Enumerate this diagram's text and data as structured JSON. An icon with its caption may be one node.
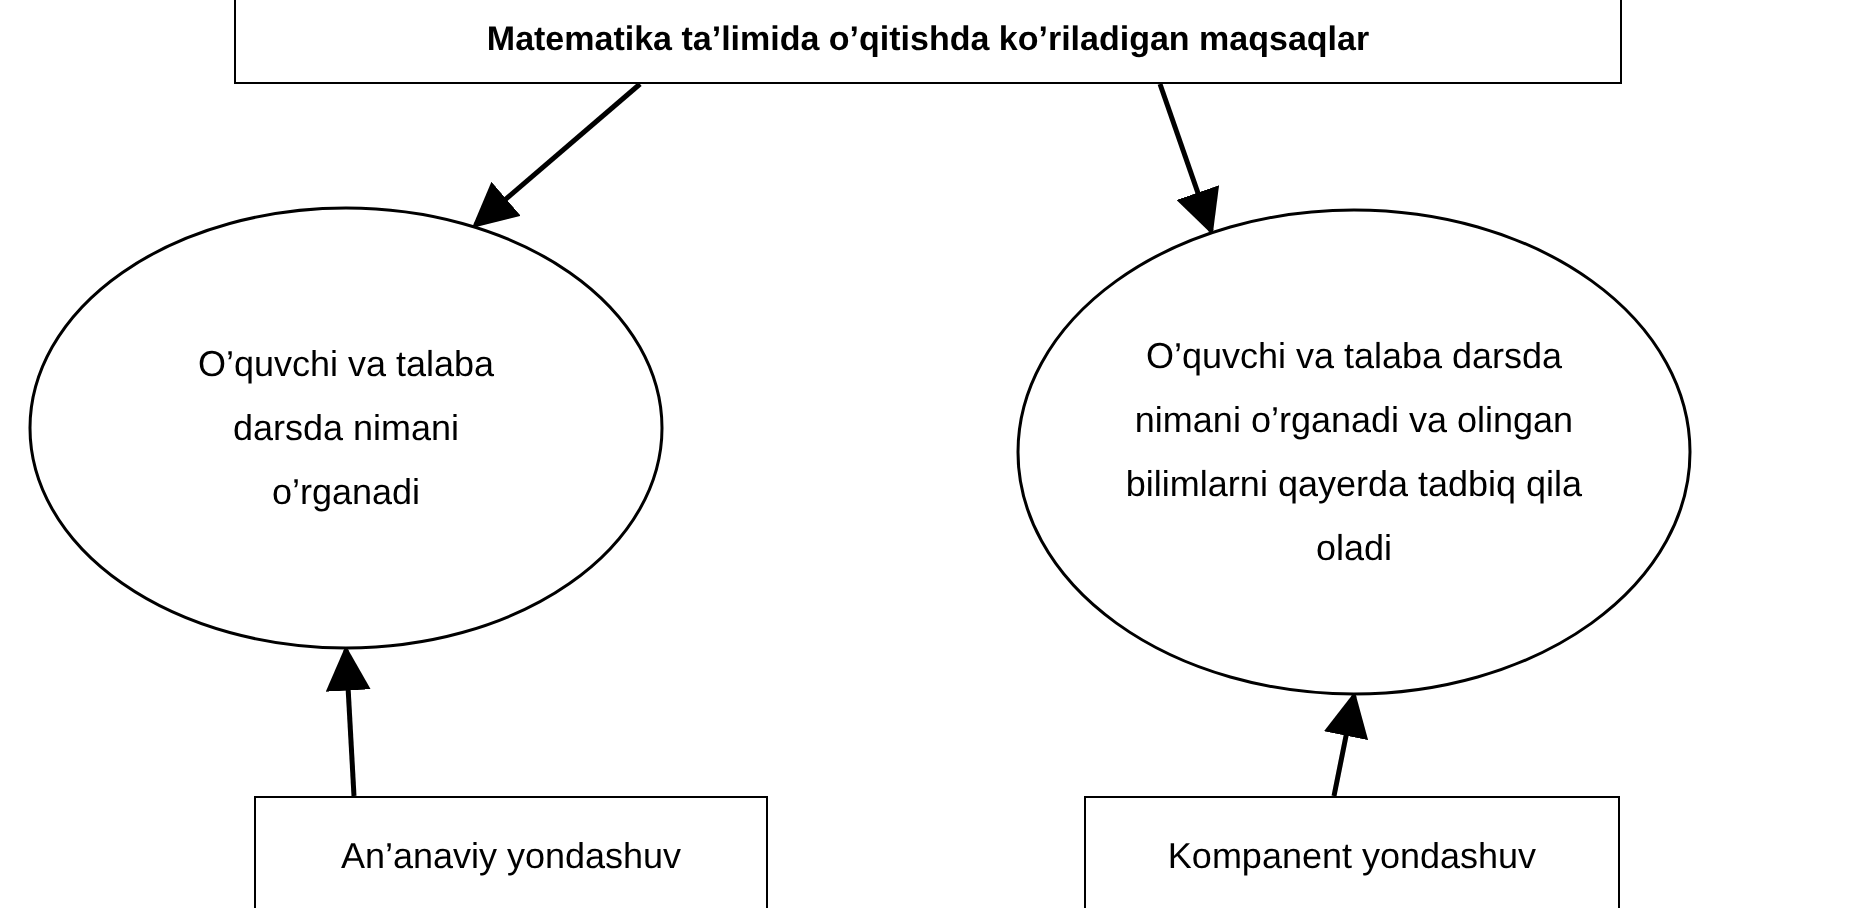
{
  "diagram": {
    "nodes": [
      {
        "text": [
          "Matematika ta’limida o’qitishda ko’riladigan maqsaqlar"
        ]
      },
      {
        "text": [
          "O’quvchi va talaba darsda nimani o’rganadi"
        ]
      },
      {
        "text": [
          "O’quvchi va talaba darsda nimani o’rganadi va olingan bilimlarni qayerda tadbiq qila oladi"
        ]
      },
      {
        "text": [
          "An’anaviy yondashuv"
        ]
      },
      {
        "text": [
          "Kompanent yondashuv"
        ]
      }
    ],
    "edges": [
      {
        "from": 0,
        "to": 1,
        "arrow": "to"
      },
      {
        "from": 0,
        "to": 2,
        "arrow": "to"
      },
      {
        "from": 3,
        "to": 1,
        "arrow": "to"
      },
      {
        "from": 4,
        "to": 2,
        "arrow": "to"
      }
    ]
  }
}
